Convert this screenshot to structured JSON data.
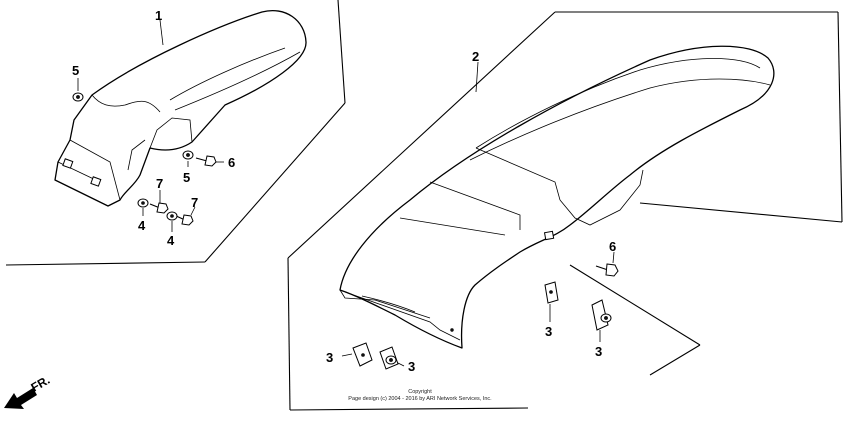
{
  "callouts": {
    "c1": "1",
    "c2": "2",
    "c3a": "3",
    "c3b": "3",
    "c3c": "3",
    "c3d": "3",
    "c4a": "4",
    "c4b": "4",
    "c5a": "5",
    "c5b": "5",
    "c6a": "6",
    "c6b": "6",
    "c7a": "7",
    "c7b": "7"
  },
  "copyright": {
    "line1": "Copyright",
    "line2": "Page design (c) 2004 - 2016 by ARI Network Services, Inc."
  },
  "direction_label": "FR.",
  "icons": {
    "front_arrow": "arrow-down-left-icon"
  }
}
